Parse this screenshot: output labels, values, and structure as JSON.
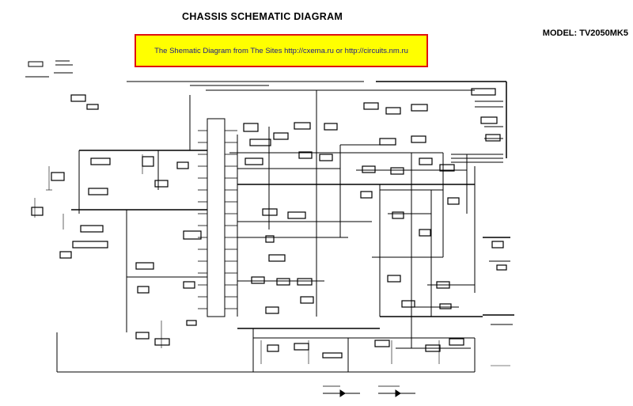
{
  "header": {
    "title": "CHASSIS SCHEMATIC DIAGRAM",
    "model": "MODEL: TV2050MK5"
  },
  "banner": {
    "text": "The Shematic Diagram from The Sites http://cxema.ru or http://circuits.nm.ru",
    "background": "#ffff00",
    "border_color": "#e01010",
    "text_color": "#1a1a8a"
  }
}
